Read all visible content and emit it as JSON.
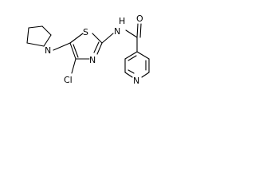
{
  "molecule": {
    "atoms": {
      "n_pyrrolidine": "N",
      "cl": "Cl",
      "n_thiazole": "N",
      "s_thiazole": "S",
      "n_amide": "N",
      "h_amide": "H",
      "o_carbonyl": "O",
      "n_pyridine": "N"
    }
  }
}
